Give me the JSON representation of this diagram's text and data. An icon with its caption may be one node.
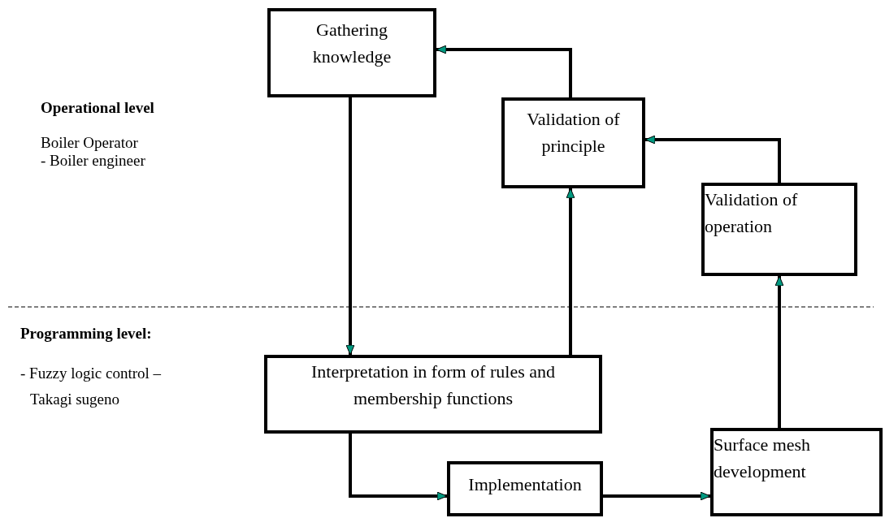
{
  "diagram": {
    "nodes": [
      {
        "text": [
          "Gathering knowledge"
        ]
      },
      {
        "text": [
          "Validation of principle"
        ]
      },
      {
        "text": [
          "Validation of operation"
        ]
      },
      {
        "text": [
          "Interpretation in form of rules and membership functions"
        ]
      },
      {
        "text": [
          "Implementation"
        ]
      },
      {
        "text": [
          "Surface mesh development"
        ]
      }
    ],
    "edges": [
      {
        "from": 0,
        "to": 3,
        "arrow": "to"
      },
      {
        "from": 3,
        "to": 4,
        "arrow": "to"
      },
      {
        "from": 4,
        "to": 5,
        "arrow": "to"
      },
      {
        "from": 5,
        "to": 2,
        "arrow": "to"
      },
      {
        "from": 3,
        "to": 1,
        "arrow": "to"
      },
      {
        "from": 2,
        "to": 1,
        "arrow": "to"
      },
      {
        "from": 1,
        "to": 0,
        "arrow": "to"
      }
    ],
    "labels": [
      "Operational level",
      "Boiler Operator",
      "- Boiler engineer",
      "Programming level:",
      "- Fuzzy logic control – Takagi sugeno"
    ]
  }
}
